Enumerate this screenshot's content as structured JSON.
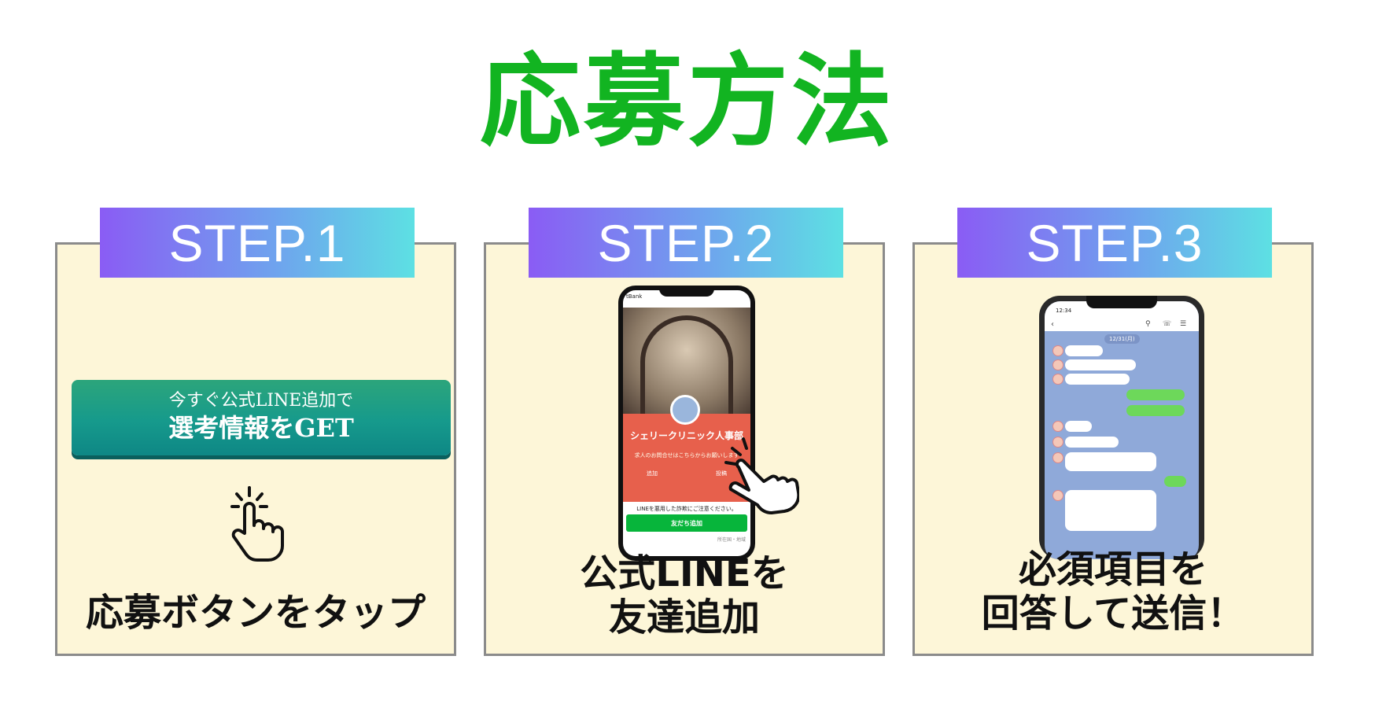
{
  "title": "応募方法",
  "steps": [
    {
      "label": "STEP.1",
      "caption": "応募ボタンをタップ"
    },
    {
      "label": "STEP.2",
      "caption_line1": "公式LINEを",
      "caption_line2": "友達追加"
    },
    {
      "label": "STEP.3",
      "caption_line1": "必須項目を",
      "caption_line2": "回答して送信！"
    }
  ],
  "cta": {
    "line1": "今すぐ公式LINE追加で",
    "line2": "選考情報をGET"
  },
  "line_profile": {
    "name": "シェリークリニック人事部",
    "description": "求人のお問合せはこちらからお願いします",
    "action_add": "追加",
    "action_post": "投稿",
    "warning": "LINEを悪用した詐欺にご注意ください。",
    "add_friend": "友だち追加",
    "footer": "所在国・地域",
    "status_bar": "tBank"
  },
  "chat": {
    "time": "12:34",
    "date": "12/31(月)"
  },
  "colors": {
    "title_green": "#12b421",
    "card_bg": "#fdf6d8",
    "line_green": "#07b53b"
  }
}
